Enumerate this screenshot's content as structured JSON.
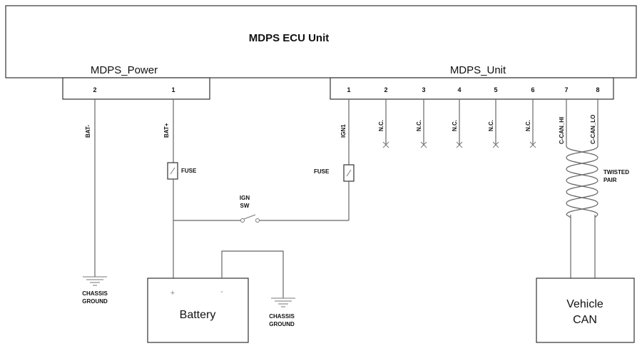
{
  "ecu": {
    "title": "MDPS ECU Unit"
  },
  "connectors": {
    "power": {
      "name": "MDPS_Power",
      "pins": [
        "2",
        "1"
      ]
    },
    "unit": {
      "name": "MDPS_Unit",
      "pins": [
        "1",
        "2",
        "3",
        "4",
        "5",
        "6",
        "7",
        "8"
      ]
    }
  },
  "signals": {
    "power": [
      "BAT-",
      "BAT+"
    ],
    "unit": [
      "IGN1",
      "N.C.",
      "N.C.",
      "N.C.",
      "N.C.",
      "N.C.",
      "C-CAN_HI",
      "C-CAN_LO"
    ]
  },
  "fuses": [
    "FUSE",
    "FUSE"
  ],
  "ign_switch": {
    "line1": "IGN",
    "line2": "SW"
  },
  "twisted_pair": {
    "line1": "TWISTED",
    "line2": "PAIR"
  },
  "chassis_ground": {
    "line1": "CHASSIS",
    "line2": "GROUND"
  },
  "battery": {
    "label": "Battery",
    "plus": "+",
    "minus": "-"
  },
  "vehicle_can": {
    "line1": "Vehicle",
    "line2": "CAN"
  }
}
